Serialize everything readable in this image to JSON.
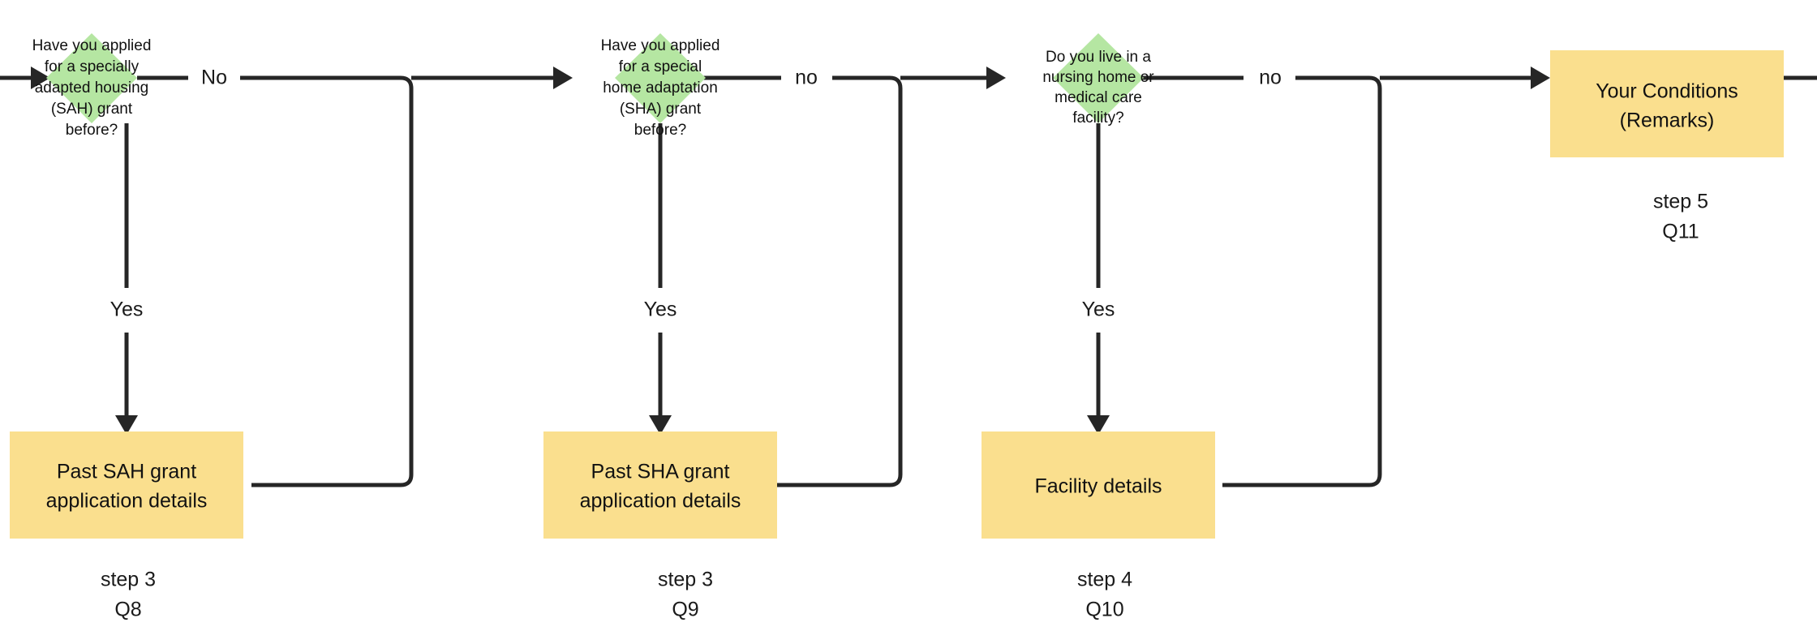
{
  "diagram": {
    "type": "flowchart",
    "title": "",
    "colors": {
      "decision_fill": "#b5e6a2",
      "process_fill": "#fadf8e",
      "edge_stroke": "#262626",
      "text": "#111111",
      "background": "#ffffff"
    },
    "nodes": [
      {
        "id": "q8-decision",
        "shape": "diamond",
        "lines": [
          "Have you applied",
          "for a specially",
          "adapted housing",
          "(SAH) grant",
          "before?"
        ]
      },
      {
        "id": "q9-decision",
        "shape": "diamond",
        "lines": [
          "Have you applied",
          "for a special",
          "home adaptation",
          "(SHA) grant",
          "before?"
        ]
      },
      {
        "id": "q10-decision",
        "shape": "diamond",
        "lines": [
          "Do you live in a",
          "nursing home or",
          "medical care",
          "facility?"
        ]
      },
      {
        "id": "conditions-process",
        "shape": "box",
        "lines": [
          "Your Conditions",
          "(Remarks)"
        ]
      },
      {
        "id": "sah-details-process",
        "shape": "box",
        "lines": [
          "Past SAH grant",
          "application details"
        ]
      },
      {
        "id": "sha-details-process",
        "shape": "box",
        "lines": [
          "Past SHA grant",
          "application details"
        ]
      },
      {
        "id": "facility-details-process",
        "shape": "box",
        "lines": [
          "Facility details"
        ]
      }
    ],
    "edge_labels": {
      "q8_no": "No",
      "q8_yes": "Yes",
      "q9_no": "no",
      "q9_yes": "Yes",
      "q10_no": "no",
      "q10_yes": "Yes"
    },
    "captions": [
      {
        "id": "caption-q8",
        "step": "step 3",
        "question": "Q8"
      },
      {
        "id": "caption-q9",
        "step": "step 3",
        "question": "Q9"
      },
      {
        "id": "caption-q10",
        "step": "step 4",
        "question": "Q10"
      },
      {
        "id": "caption-q11",
        "step": "step 5",
        "question": "Q11"
      }
    ]
  }
}
